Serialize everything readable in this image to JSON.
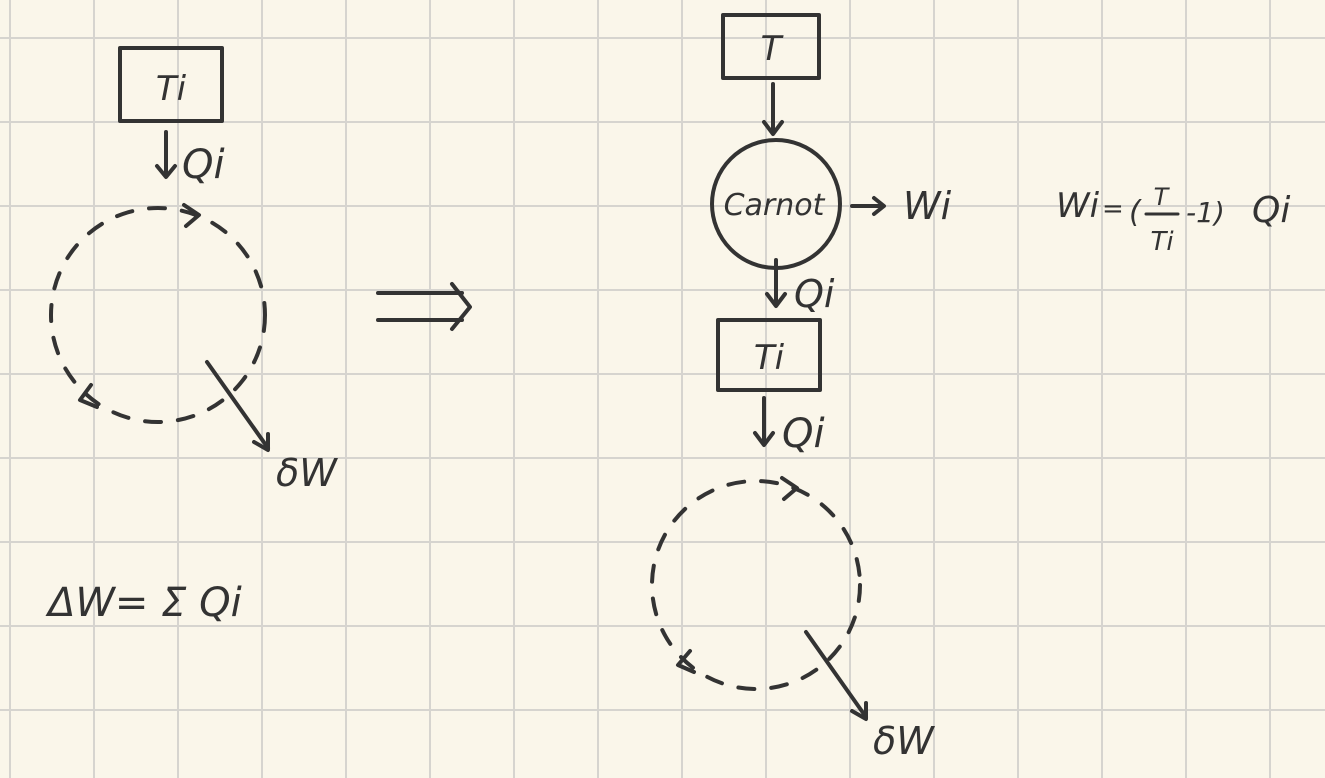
{
  "left": {
    "reservoir_label": "Ti",
    "heat_label": "Qi",
    "work_label": "δW",
    "equation": "ΔW= Σ Qi"
  },
  "implies_symbol": "⟹",
  "right": {
    "hot_reservoir_label": "T",
    "engine_label": "Carnot",
    "engine_work_label": "Wi",
    "engine_heat_out_label": "Qi",
    "cold_reservoir_label": "Ti",
    "heat_label": "Qi",
    "work_label": "δW"
  },
  "formula": {
    "lhs": "Wi",
    "eq": "=",
    "open_paren": "(",
    "numerator": "T",
    "denominator": "Ti",
    "minus_one": "-1)",
    "factor": "Qi"
  },
  "colors": {
    "ink": "#333333",
    "paper": "#faf6ea",
    "grid": "#d6d4cf"
  }
}
